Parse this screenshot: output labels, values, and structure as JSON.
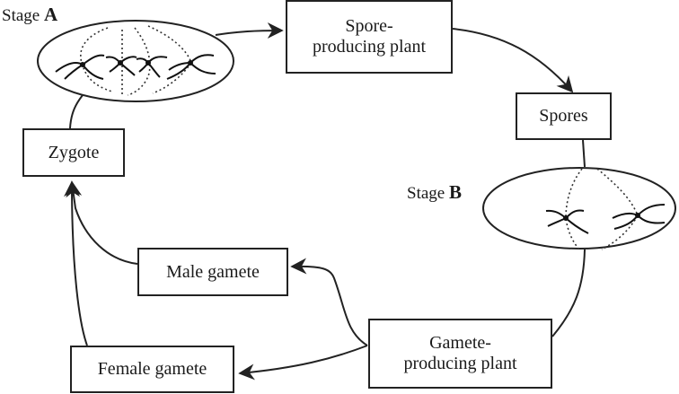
{
  "diagram": {
    "type": "life-cycle",
    "stages": [
      {
        "id": "A",
        "prefix": "Stage ",
        "letter": "A"
      },
      {
        "id": "B",
        "prefix": "Stage ",
        "letter": "B"
      }
    ],
    "nodes": {
      "spore_plant_line1": "Spore-",
      "spore_plant_line2": "producing plant",
      "spores": "Spores",
      "gamete_plant_line1": "Gamete-",
      "gamete_plant_line2": "producing plant",
      "male_gamete": "Male gamete",
      "female_gamete": "Female gamete",
      "zygote": "Zygote"
    },
    "edges": [
      {
        "from": "Stage A",
        "to": "Spore-producing plant",
        "arrow": true
      },
      {
        "from": "Spore-producing plant",
        "to": "Spores",
        "arrow": true
      },
      {
        "from": "Spores",
        "to": "Stage B",
        "arrow": false
      },
      {
        "from": "Stage B",
        "to": "Gamete-producing plant",
        "arrow": false
      },
      {
        "from": "Gamete-producing plant",
        "to": "Male gamete",
        "arrow": true
      },
      {
        "from": "Gamete-producing plant",
        "to": "Female gamete",
        "arrow": true
      },
      {
        "from": "Male gamete",
        "to": "Zygote",
        "arrow": true
      },
      {
        "from": "Female gamete",
        "to": "Zygote",
        "arrow": true
      },
      {
        "from": "Zygote",
        "to": "Stage A",
        "arrow": false
      }
    ],
    "colors": {
      "line": "#222222",
      "background": "#ffffff"
    }
  }
}
